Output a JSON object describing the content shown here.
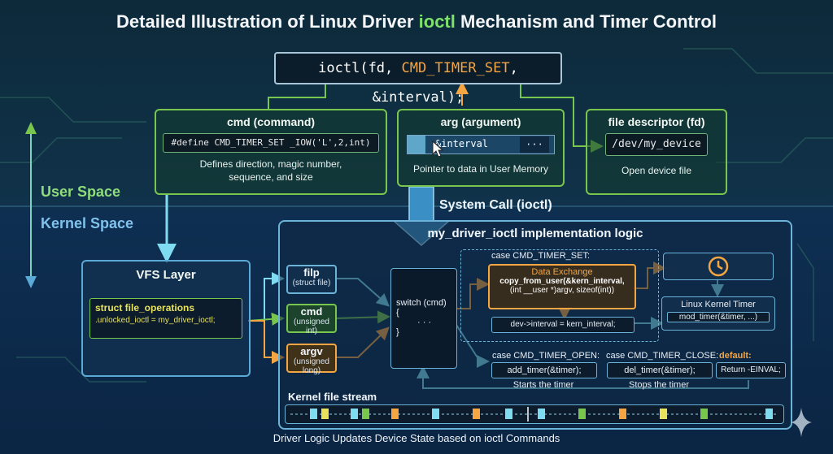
{
  "title": {
    "prefix": "Detailed Illustration of Linux Driver ",
    "highlight": "ioctl",
    "suffix": " Mechanism and Timer Control"
  },
  "ioctl_call": {
    "part1": "ioctl(fd, ",
    "cmd": "CMD_TIMER_SET",
    "part2": ", &interval);"
  },
  "cmd_panel": {
    "title": "cmd (command)",
    "code": "#define CMD_TIMER_SET _IOW('L',2,int)",
    "desc1": "Defines direction, magic number,",
    "desc2": "sequence, and size"
  },
  "arg_panel": {
    "title": "arg (argument)",
    "field": "&interval",
    "dots": "···",
    "desc": "Pointer to data in User Memory"
  },
  "fd_panel": {
    "title": "file descriptor (fd)",
    "path": "/dev/my_device",
    "desc": "Open device file"
  },
  "space": {
    "user": "User Space",
    "kernel": "Kernel Space"
  },
  "syscall_label": "System Call (ioctl)",
  "vfs": {
    "title": "VFS Layer",
    "line1": "struct file_operations",
    "line2": ".unlocked_ioctl = my_driver_ioctl;"
  },
  "impl": {
    "title": "my_driver_ioctl implementation logic"
  },
  "params": [
    {
      "name": "filp",
      "type": "(struct file)"
    },
    {
      "name": "cmd",
      "type": "(unsigned int)"
    },
    {
      "name": "argv",
      "type": "(unsigned long)"
    }
  ],
  "switch": {
    "head": "switch (cmd)",
    "open": "{",
    "dots": "· · ·",
    "close": "}"
  },
  "timer_set": {
    "case": "case CMD_TIMER_SET:",
    "exchange_title": "Data Exchange",
    "copy1": "copy_from_user(&kern_interval,",
    "copy2": "(int __user *)argv, sizeof(int))",
    "assign": "dev->interval = kern_interval;"
  },
  "kernel_timer": {
    "title": "Linux Kernel Timer",
    "func": "mod_timer(&timer, ...)"
  },
  "timer_open": {
    "case": "case CMD_TIMER_OPEN:",
    "func": "add_timer(&timer);",
    "note": "Starts the timer"
  },
  "timer_close": {
    "case": "case CMD_TIMER_CLOSE:",
    "func": "del_timer(&timer);",
    "note": "Stops the timer"
  },
  "default_case": {
    "case": "default:",
    "func": "Return -EINVAL;"
  },
  "stream": {
    "label": "Kernel file stream"
  },
  "footer": "Driver Logic Updates Device State based on ioctl Commands",
  "colors": {
    "green": "#79c64f",
    "orange": "#f5a541",
    "cyan": "#7fdcf0",
    "blue": "#5aa9d6"
  }
}
